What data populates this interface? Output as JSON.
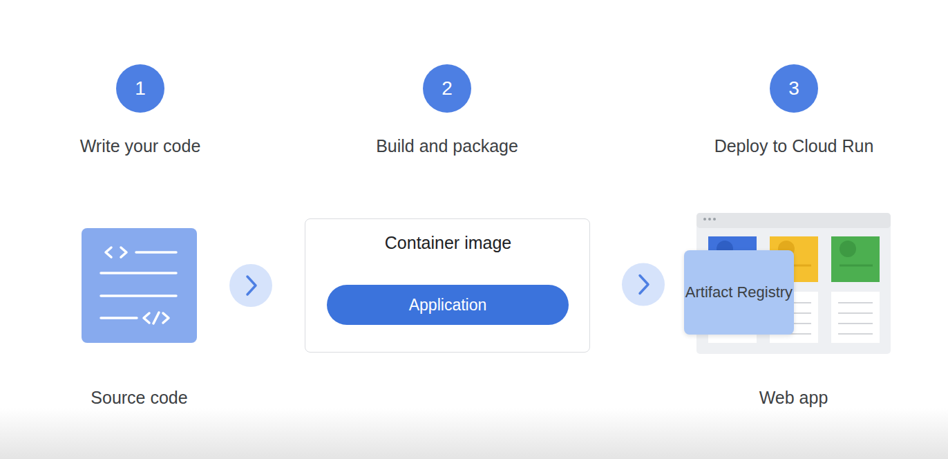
{
  "diagram": {
    "nodes": [
      {
        "text": [
          "1"
        ]
      },
      {
        "text": [
          "2"
        ]
      },
      {
        "text": [
          "3"
        ]
      },
      {
        "text": [
          "Source code"
        ]
      },
      {
        "text": [
          "Container image"
        ]
      },
      {
        "text": [
          "Application"
        ],
        "in": 4
      },
      {
        "text": [
          "Web app"
        ]
      },
      {
        "text": [
          "Artifact Registry"
        ],
        "in": 6
      }
    ],
    "edges": [
      {
        "from": 3,
        "to": 4,
        "arrow": "to"
      },
      {
        "from": 4,
        "to": 6,
        "arrow": "to"
      }
    ],
    "labels": [
      "Write your code",
      "Build and package",
      "Deploy to Cloud Run"
    ]
  }
}
